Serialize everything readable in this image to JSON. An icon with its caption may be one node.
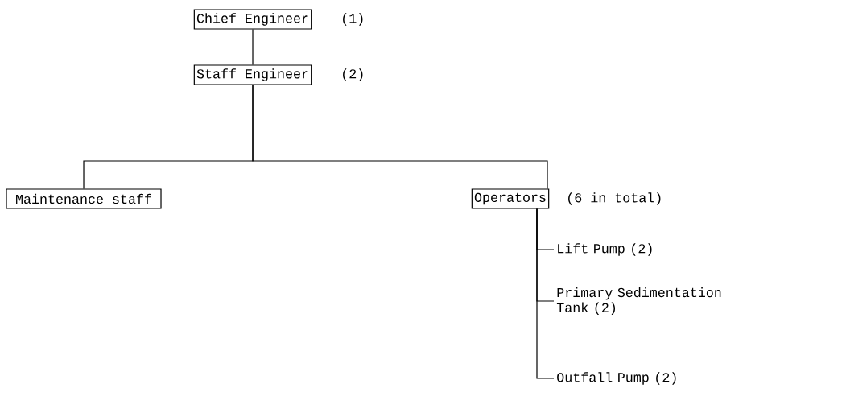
{
  "diagram": {
    "nodes": [
      {
        "text": [
          "Chief Engineer"
        ],
        "beside": [
          "(1)"
        ]
      },
      {
        "text": [
          "Staff Engineer"
        ],
        "beside": [
          "(2)"
        ]
      },
      {
        "text": [
          "Maintenance staff"
        ]
      },
      {
        "text": [
          "Operators"
        ],
        "beside": [
          "(6 in total)"
        ]
      },
      {
        "text": [
          "Lift Pump (2)"
        ]
      },
      {
        "text": [
          "Primary Sedimentation Tank (2)"
        ]
      },
      {
        "text": [
          "Outfall Pump (2)"
        ]
      }
    ],
    "edges": [
      {
        "from": 0,
        "to": 1,
        "arrow": "none"
      },
      {
        "from": 1,
        "to": 2,
        "arrow": "none"
      },
      {
        "from": 1,
        "to": 3,
        "arrow": "none"
      },
      {
        "from": 3,
        "to": 4,
        "arrow": "none"
      },
      {
        "from": 3,
        "to": 5,
        "arrow": "none"
      },
      {
        "from": 3,
        "to": 6,
        "arrow": "none"
      }
    ]
  }
}
